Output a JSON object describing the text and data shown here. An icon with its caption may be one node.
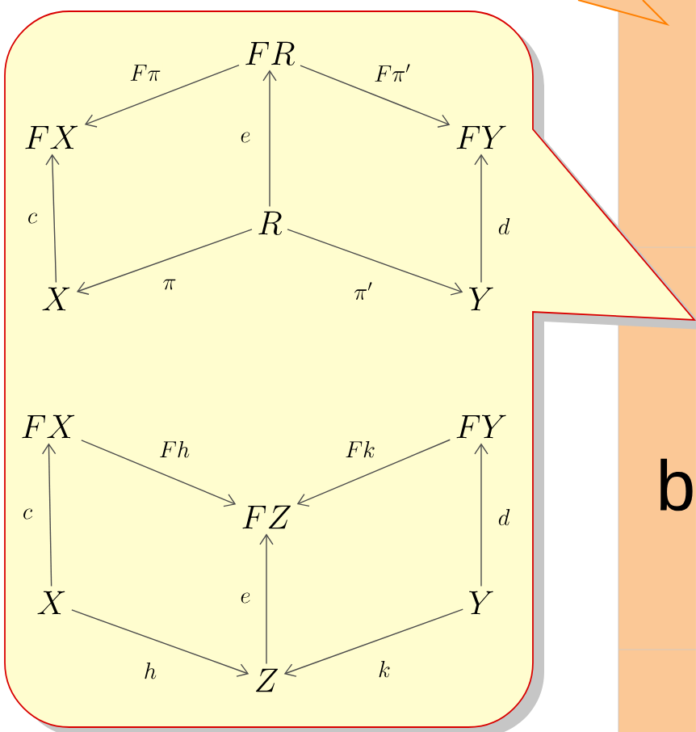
{
  "diagram": {
    "nodes": [
      {
        "text": [
          "FR"
        ]
      },
      {
        "text": [
          "FX"
        ]
      },
      {
        "text": [
          "FY"
        ]
      },
      {
        "text": [
          "R"
        ]
      },
      {
        "text": [
          "X"
        ]
      },
      {
        "text": [
          "Y"
        ]
      },
      {
        "text": [
          "FX"
        ]
      },
      {
        "text": [
          "FY"
        ]
      },
      {
        "text": [
          "FZ"
        ]
      },
      {
        "text": [
          "X"
        ]
      },
      {
        "text": [
          "Y"
        ]
      },
      {
        "text": [
          "Z"
        ]
      }
    ],
    "edges": [
      {
        "from": 0,
        "to": 1,
        "arrow": "to",
        "label": "F\\pi"
      },
      {
        "from": 0,
        "to": 2,
        "arrow": "to",
        "label": "F\\pi'"
      },
      {
        "from": 3,
        "to": 0,
        "arrow": "to",
        "label": "e"
      },
      {
        "from": 4,
        "to": 1,
        "arrow": "to",
        "label": "c"
      },
      {
        "from": 5,
        "to": 2,
        "arrow": "to",
        "label": "d"
      },
      {
        "from": 3,
        "to": 4,
        "arrow": "to",
        "label": "\\pi"
      },
      {
        "from": 3,
        "to": 5,
        "arrow": "to",
        "label": "\\pi'"
      },
      {
        "from": 6,
        "to": 8,
        "arrow": "to",
        "label": "Fh"
      },
      {
        "from": 7,
        "to": 8,
        "arrow": "to",
        "label": "Fk"
      },
      {
        "from": 9,
        "to": 6,
        "arrow": "to",
        "label": "c"
      },
      {
        "from": 10,
        "to": 7,
        "arrow": "to",
        "label": "d"
      },
      {
        "from": 11,
        "to": 8,
        "arrow": "to",
        "label": "e"
      },
      {
        "from": 9,
        "to": 11,
        "arrow": "to",
        "label": "h"
      },
      {
        "from": 10,
        "to": 11,
        "arrow": "to",
        "label": "k"
      }
    ],
    "labels": [
      "b"
    ]
  }
}
